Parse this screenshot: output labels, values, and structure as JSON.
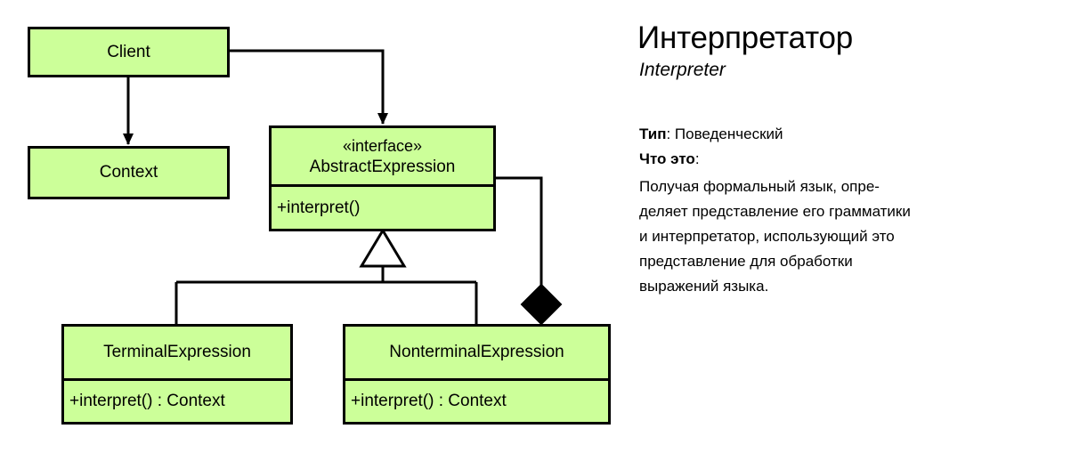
{
  "diagram": {
    "title": "Interpreter pattern UML class diagram",
    "fill_color": "#ccff99",
    "stroke_color": "#000000",
    "classes": [
      {
        "id": "client",
        "name": "Client",
        "stereotype": "",
        "members": []
      },
      {
        "id": "context",
        "name": "Context",
        "stereotype": "",
        "members": []
      },
      {
        "id": "abstract-expression",
        "name": "AbstractExpression",
        "stereotype": "«interface»",
        "members": [
          "+interpret()"
        ]
      },
      {
        "id": "terminal-expression",
        "name": "TerminalExpression",
        "stereotype": "",
        "members": [
          "+interpret() : Context"
        ]
      },
      {
        "id": "nonterminal-expression",
        "name": "NonterminalExpression",
        "stereotype": "",
        "members": [
          "+interpret() : Context"
        ]
      }
    ],
    "relations": [
      {
        "id": "client-to-context",
        "type": "association-directed",
        "from": "client",
        "to": "context",
        "arrow": "filled-arrowhead"
      },
      {
        "id": "client-to-abstract-expression",
        "type": "association-directed",
        "from": "client",
        "to": "abstract-expression",
        "arrow": "filled-arrowhead"
      },
      {
        "id": "terminal-generalization",
        "type": "generalization",
        "from": "terminal-expression",
        "to": "abstract-expression",
        "arrow": "hollow-triangle"
      },
      {
        "id": "nonterminal-generalization",
        "type": "generalization",
        "from": "nonterminal-expression",
        "to": "abstract-expression",
        "arrow": "hollow-triangle"
      },
      {
        "id": "nonterminal-composition",
        "type": "composition",
        "from": "nonterminal-expression",
        "to": "abstract-expression",
        "arrow": "filled-diamond"
      }
    ]
  },
  "info": {
    "title": "Интерпретатор",
    "subtitle": "Interpreter",
    "type_key": "Тип",
    "type_value": ": Поведенческий",
    "what_key": "Что это",
    "what_value": ":",
    "description_lines": [
      "Получая формальный язык, опре-",
      "деляет представление его грамматики",
      "и интерпретатор, использующий это",
      "представление для обработки",
      "выражений языка."
    ]
  }
}
